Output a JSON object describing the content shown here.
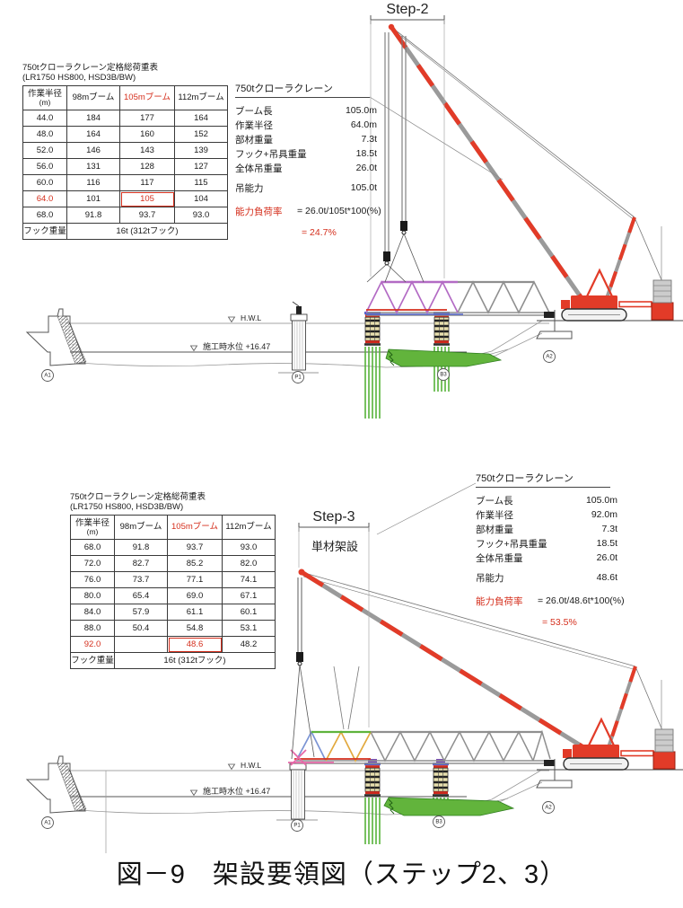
{
  "caption": "図－9　架設要領図（ステップ2、3）",
  "colors": {
    "crane_red": "#e23b28",
    "highlight_red": "#d52f1d",
    "truss_purple": "#b36bc4",
    "truss_gray": "#8f8f8f",
    "member_blue": "#7b94d4",
    "member_yellow": "#e2a93e",
    "member_green": "#5fb33c",
    "member_pink": "#e668a8",
    "embankment_green": "#62b43c",
    "bent_cap_blue": "#5560c8"
  },
  "step2": {
    "label": "Step-2",
    "capacity_table": {
      "title": "750tクローラクレーン定格総荷重表",
      "subtitle": "(LR1750 HS800, HSD3B/BW)",
      "headers": {
        "radius": "作業半径",
        "radius_unit": "(m)",
        "boom98": "98mブーム",
        "boom105": "105mブーム",
        "boom112": "112mブーム"
      },
      "rows": [
        {
          "radius": "44.0",
          "b98": "184",
          "b105": "177",
          "b112": "164"
        },
        {
          "radius": "48.0",
          "b98": "164",
          "b105": "160",
          "b112": "152"
        },
        {
          "radius": "52.0",
          "b98": "146",
          "b105": "143",
          "b112": "139"
        },
        {
          "radius": "56.0",
          "b98": "131",
          "b105": "128",
          "b112": "127"
        },
        {
          "radius": "60.0",
          "b98": "116",
          "b105": "117",
          "b112": "115"
        },
        {
          "radius": "64.0",
          "b98": "101",
          "b105": "105",
          "b112": "104"
        },
        {
          "radius": "68.0",
          "b98": "91.8",
          "b105": "93.7",
          "b112": "93.0"
        }
      ],
      "footer_label": "フック重量",
      "footer_value": "16t (312tフック)"
    },
    "spec": {
      "title": "750tクローラクレーン",
      "rows": [
        {
          "label": "ブーム長",
          "value": "105.0m"
        },
        {
          "label": "作業半径",
          "value": "64.0m"
        },
        {
          "label": "部材重量",
          "value": "7.3t"
        },
        {
          "label": "フック+吊具重量",
          "value": "18.5t"
        },
        {
          "label": "全体吊重量",
          "value": "26.0t"
        }
      ],
      "capacity_label": "吊能力",
      "capacity_value": "105.0t",
      "ratio_label": "能力負荷率",
      "ratio_formula": "= 26.0t/105t*100(%)",
      "ratio_result": "= 24.7%"
    },
    "drawing": {
      "hwl": "H.W.L",
      "water_level": "施工時水位 +16.47",
      "a1": "A1",
      "p1": "P1",
      "b3": "B3",
      "a2": "A2"
    }
  },
  "step3": {
    "label": "Step-3",
    "method_note": "単材架設",
    "capacity_table": {
      "title": "750tクローラクレーン定格総荷重表",
      "subtitle": "(LR1750 HS800, HSD3B/BW)",
      "headers": {
        "radius": "作業半径",
        "radius_unit": "(m)",
        "boom98": "98mブーム",
        "boom105": "105mブーム",
        "boom112": "112mブーム"
      },
      "rows": [
        {
          "radius": "68.0",
          "b98": "91.8",
          "b105": "93.7",
          "b112": "93.0"
        },
        {
          "radius": "72.0",
          "b98": "82.7",
          "b105": "85.2",
          "b112": "82.0"
        },
        {
          "radius": "76.0",
          "b98": "73.7",
          "b105": "77.1",
          "b112": "74.1"
        },
        {
          "radius": "80.0",
          "b98": "65.4",
          "b105": "69.0",
          "b112": "67.1"
        },
        {
          "radius": "84.0",
          "b98": "57.9",
          "b105": "61.1",
          "b112": "60.1"
        },
        {
          "radius": "88.0",
          "b98": "50.4",
          "b105": "54.8",
          "b112": "53.1"
        },
        {
          "radius": "92.0",
          "b98": "",
          "b105": "48.6",
          "b112": "48.2"
        }
      ],
      "footer_label": "フック重量",
      "footer_value": "16t (312tフック)"
    },
    "spec": {
      "title": "750tクローラクレーン",
      "rows": [
        {
          "label": "ブーム長",
          "value": "105.0m"
        },
        {
          "label": "作業半径",
          "value": "92.0m"
        },
        {
          "label": "部材重量",
          "value": "7.3t"
        },
        {
          "label": "フック+吊具重量",
          "value": "18.5t"
        },
        {
          "label": "全体吊重量",
          "value": "26.0t"
        }
      ],
      "capacity_label": "吊能力",
      "capacity_value": "48.6t",
      "ratio_label": "能力負荷率",
      "ratio_formula": "= 26.0t/48.6t*100(%)",
      "ratio_result": "= 53.5%"
    },
    "drawing": {
      "hwl": "H.W.L",
      "water_level": "施工時水位 +16.47",
      "a1": "A1",
      "p1": "P1",
      "b3": "B3",
      "a2": "A2"
    }
  }
}
